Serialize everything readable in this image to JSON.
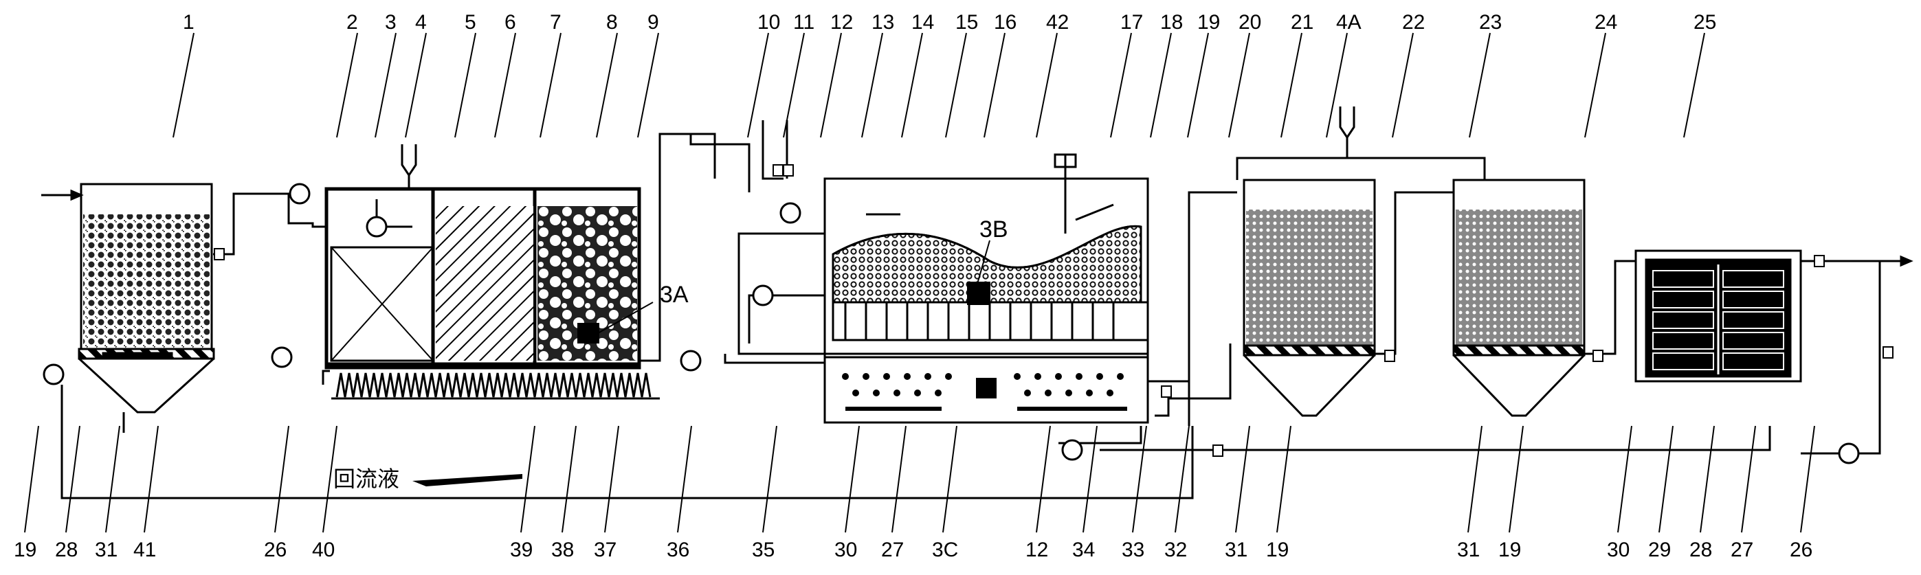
{
  "top_labels": [
    "1",
    "2",
    "3",
    "4",
    "5",
    "6",
    "7",
    "8",
    "9",
    "10",
    "11",
    "12",
    "13",
    "14",
    "15",
    "16",
    "42",
    "17",
    "18",
    "19",
    "20",
    "21",
    "4A",
    "22",
    "23",
    "24",
    "25"
  ],
  "bottom_labels": [
    "19",
    "28",
    "31",
    "41",
    "26",
    "40",
    "39",
    "38",
    "37",
    "36",
    "35",
    "30",
    "27",
    "3C",
    "12",
    "34",
    "33",
    "32",
    "31",
    "19",
    "31",
    "19",
    "30",
    "29",
    "28",
    "27",
    "26"
  ],
  "inner_labels": {
    "a": "3A",
    "b": "3B"
  },
  "reflux_text": "回流液"
}
